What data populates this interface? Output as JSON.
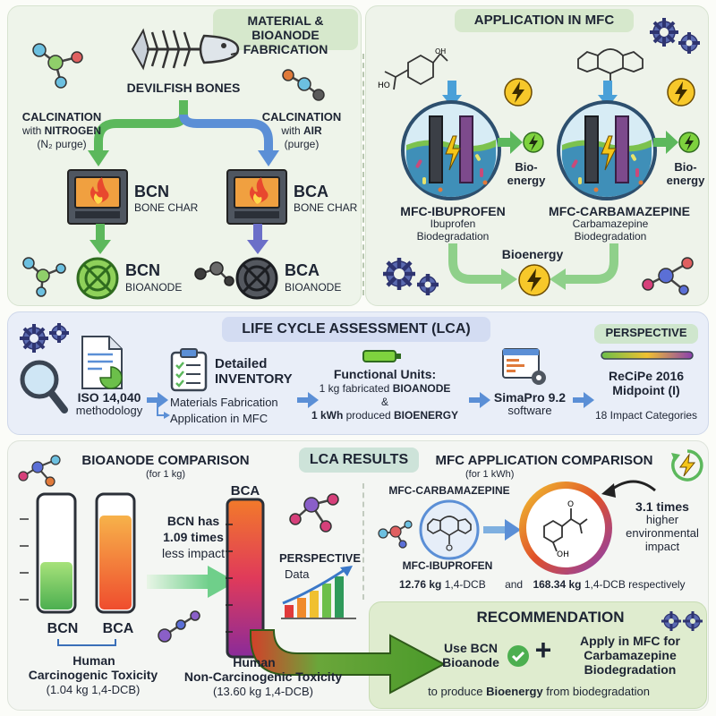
{
  "fabrication": {
    "title": "MATERIAL & BIOANODE FABRICATION",
    "source": "DEVILFISH BONES",
    "left_calc_title": "CALCINATION",
    "left_calc_with": "with",
    "left_calc_gas": "NITROGEN",
    "left_calc_note": "(N₂ purge)",
    "right_calc_title": "CALCINATION",
    "right_calc_with": "with",
    "right_calc_gas": "AIR",
    "right_calc_note": "(purge)",
    "bcn_char_code": "BCN",
    "bcn_char_label": "BONE CHAR",
    "bca_char_code": "BCA",
    "bca_char_label": "BONE CHAR",
    "bcn_anode_code": "BCN",
    "bcn_anode_label": "BIOANODE",
    "bca_anode_code": "BCA",
    "bca_anode_label": "BIOANODE"
  },
  "application": {
    "title": "APPLICATION IN MFC",
    "mfc1_title": "MFC-IBUPROFEN",
    "mfc1_sub1": "Ibuprofen",
    "mfc1_sub2": "Biodegradation",
    "mfc1_out1": "Bio-",
    "mfc1_out2": "energy",
    "mfc2_title": "MFC-CARBAMAZEPINE",
    "mfc2_sub1": "Carbamazepine",
    "mfc2_sub2": "Biodegradation",
    "mfc2_out1": "Bio-",
    "mfc2_out2": "energy",
    "center_label": "Bioenergy"
  },
  "lca": {
    "title": "LIFE CYCLE ASSESSMENT (LCA)",
    "iso_title": "ISO 14,040",
    "iso_sub": "methodology",
    "inv_title1": "Detailed",
    "inv_title2": "INVENTORY",
    "inv_item1": "Materials Fabrication",
    "inv_item2": "Application in MFC",
    "fu_title": "Functional Units:",
    "fu_line1_pre": "1 kg fabricated ",
    "fu_line1_bold": "BIOANODE",
    "fu_amp": "&",
    "fu_line2_bold1": "1 kWh",
    "fu_line2_mid": " produced ",
    "fu_line2_bold2": "BIOENERGY",
    "sw_title": "SimaPro 9.2",
    "sw_sub": "software",
    "persp_title": "PERSPECTIVE",
    "recipe_line1": "ReCiPe 2016",
    "recipe_line2": "Midpoint (I)",
    "recipe_cats": "18 Impact Categories"
  },
  "results": {
    "title": "LCA RESULTS",
    "bio_title": "BIOANODE COMPARISON",
    "bio_sub": "(for 1 kg)",
    "bar_bcn": "BCN",
    "bar_bca": "BCA",
    "hct_title1": "Human",
    "hct_title2": "Carcinogenic Toxicity",
    "hct_value": "(1.04 kg 1,4-DCB)",
    "bca_tall_label": "BCA",
    "cmp_line1": "BCN has",
    "cmp_line2": "1.09 times",
    "cmp_line3": "less impact",
    "persp_title": "PERSPECTIVE",
    "persp_data": "Data",
    "hnct_title1": "Human",
    "hnct_title2": "Non-Carcinogenic Toxicity",
    "hnct_value": "(13.60 kg 1,4-DCB)",
    "mfc_title": "MFC APPLICATION COMPARISON",
    "mfc_sub": "(for 1 kWh)",
    "mfc_carb": "MFC-CARBAMAZEPINE",
    "mfc_ibu": "MFC-IBUPROFEN",
    "times_1": "3.1 times",
    "times_2": "higher",
    "times_3": "environmental",
    "times_4": "impact",
    "val1_bold": "12.76 kg",
    "val1_rest": " 1,4-DCB",
    "and": "and",
    "val2_bold": "168.34 kg",
    "val2_rest": " 1,4-DCB respectively"
  },
  "recommendation": {
    "title": "RECOMMENDATION",
    "use1": "Use BCN",
    "use2": "Bioanode",
    "plus": "+",
    "apply1": "Apply in MFC for",
    "apply2": "Carbamazepine",
    "apply3": "Biodegradation",
    "foot_pre": "to produce ",
    "foot_bold": "Bioenergy",
    "foot_post": " from biodegradation"
  },
  "colors": {
    "green": "#5cb85c",
    "blue": "#5b8fd6",
    "purple": "#6b6fc8",
    "panel_green": "#eef4ea",
    "panel_blue": "#e9eef8",
    "rec_green": "#dfeccf"
  }
}
